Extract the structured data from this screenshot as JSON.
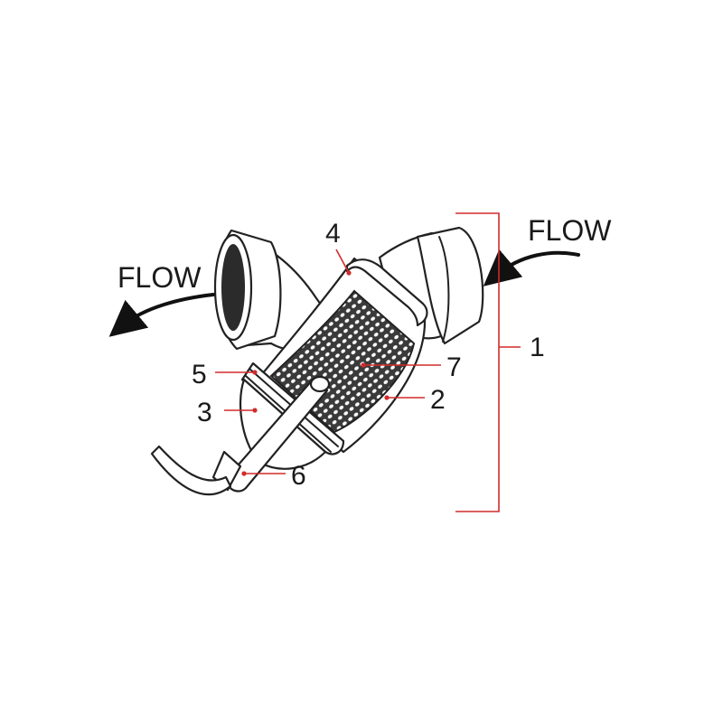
{
  "flow_in_label": "FLOW",
  "flow_out_label": "FLOW",
  "callouts": {
    "assembly": "1",
    "body": "2",
    "cap": "3",
    "gasket": "4",
    "cap_ring": "5",
    "handle": "6",
    "screen": "7"
  },
  "colors": {
    "outline": "#222222",
    "leader": "#d22b2b",
    "screen": "#444444"
  }
}
